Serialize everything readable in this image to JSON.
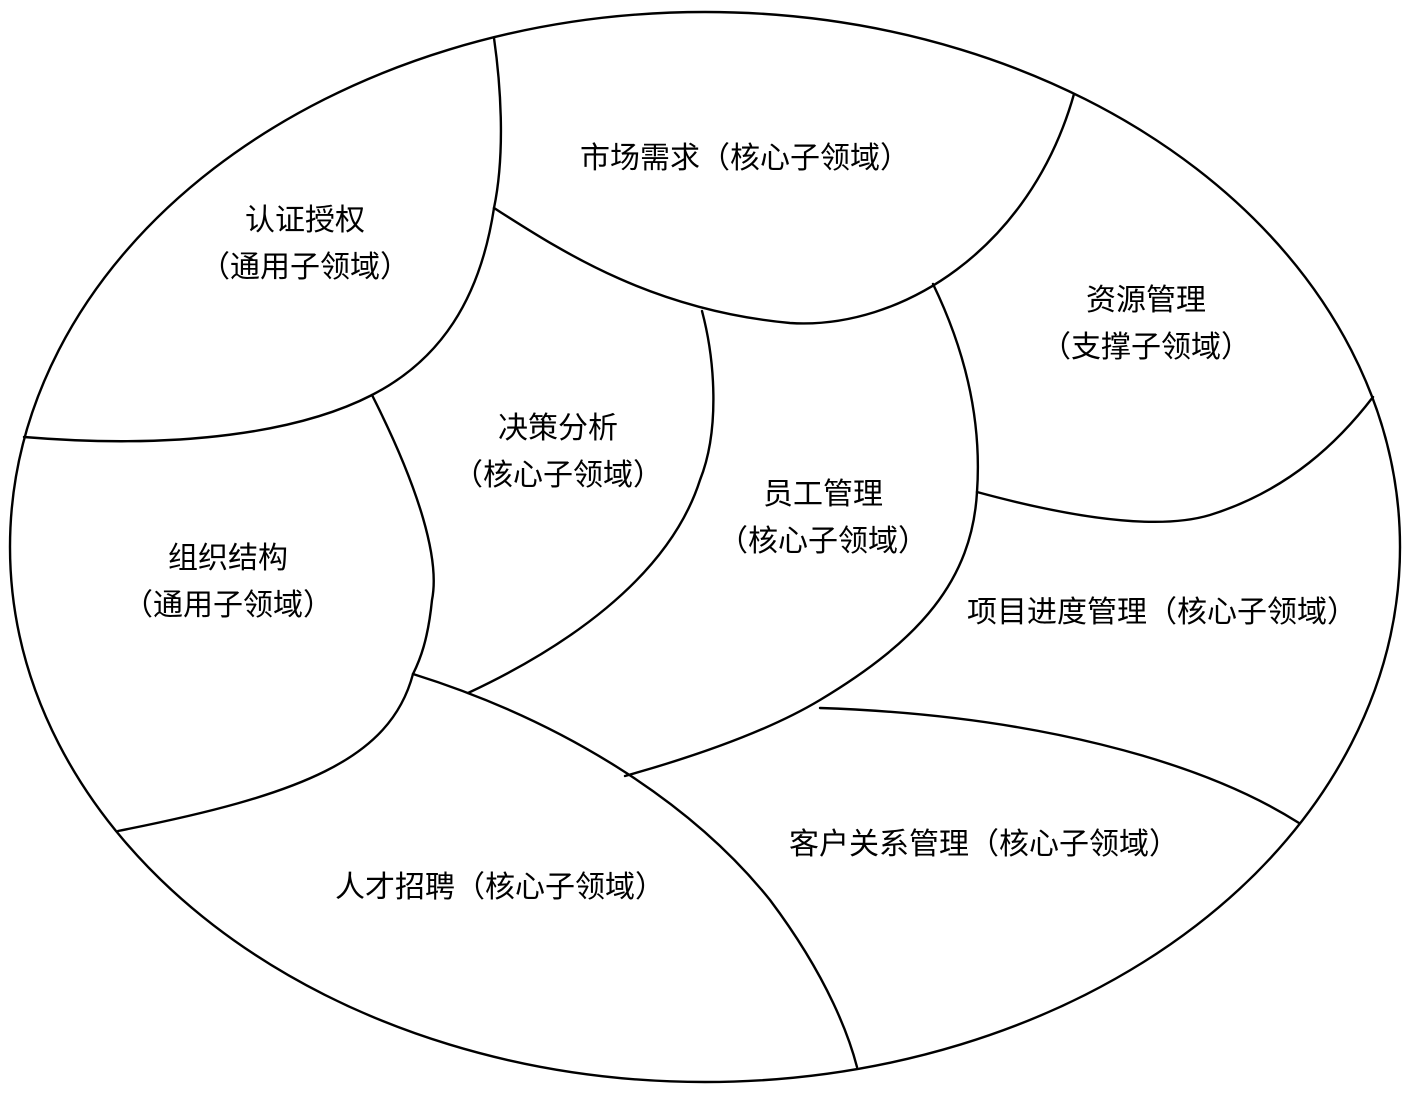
{
  "regions": {
    "auth": {
      "name": "认证授权",
      "type": "（通用子领域）"
    },
    "market": {
      "label": "市场需求（核心子领域）"
    },
    "resource": {
      "name": "资源管理",
      "type": "（支撑子领域）"
    },
    "decision": {
      "name": "决策分析",
      "type": "（核心子领域）"
    },
    "employee": {
      "name": "员工管理",
      "type": "（核心子领域）"
    },
    "org": {
      "name": "组织结构",
      "type": "（通用子领域）"
    },
    "project": {
      "label": "项目进度管理（核心子领域）"
    },
    "customer": {
      "label": "客户关系管理（核心子领域）"
    },
    "talent": {
      "label": "人才招聘（核心子领域）"
    }
  }
}
